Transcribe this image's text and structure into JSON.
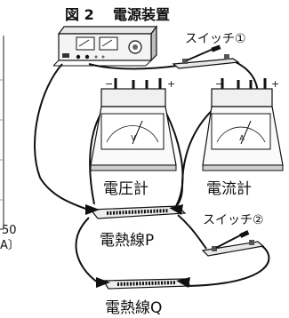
{
  "figure": {
    "title": "図 2",
    "power_supply_label": "電源装置",
    "switch1_label": "スイッチ①",
    "switch2_label": "スイッチ②",
    "voltmeter_label": "電圧計",
    "ammeter_label": "電流計",
    "wire_p_label": "電熱線P",
    "wire_q_label": "電熱線Q",
    "voltmeter_symbol": "V",
    "ammeter_symbol": "A",
    "minus_sign": "−",
    "plus_sign": "+"
  },
  "left_fragment": {
    "value": "50",
    "unit": "A〕"
  }
}
